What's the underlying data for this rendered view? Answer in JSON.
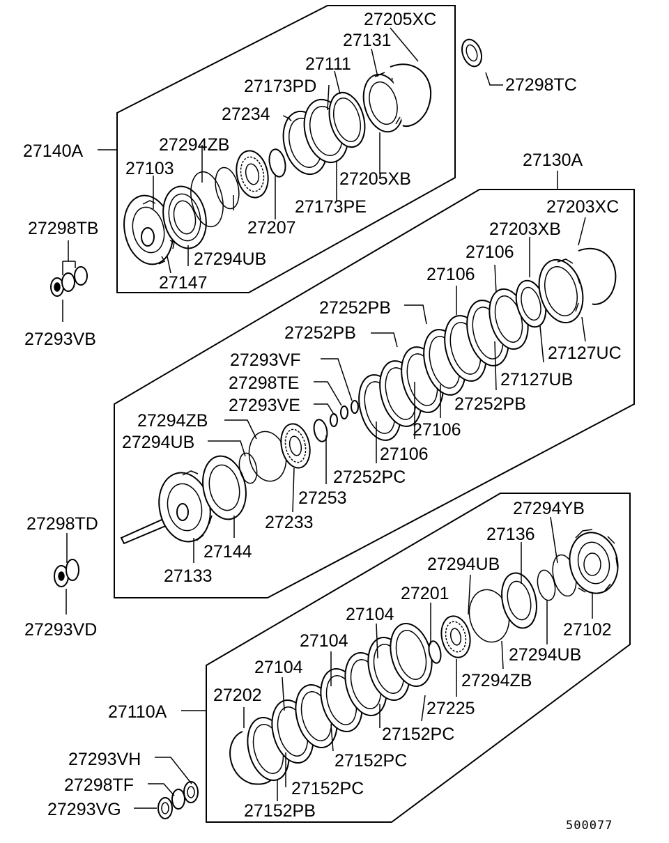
{
  "diagram_code": "500077",
  "groups": {
    "g27140A": "27140A",
    "g27130A": "27130A",
    "g27110A": "27110A"
  },
  "labels": {
    "l27205XC_1": "27205XC",
    "l27131": "27131",
    "l27298TC": "27298TC",
    "l27111": "27111",
    "l27173PD": "27173PD",
    "l27234": "27234",
    "l27294ZB_1": "27294ZB",
    "l27103": "27103",
    "l27205XB": "27205XB",
    "l27173PE": "27173PE",
    "l27207": "27207",
    "l27294UB_1": "27294UB",
    "l27147": "27147",
    "l27298TB": "27298TB",
    "l27293VB": "27293VB",
    "l27203XC": "27203XC",
    "l27203XB": "27203XB",
    "l27106_1": "27106",
    "l27106_2": "27106",
    "l27252PB_1": "27252PB",
    "l27252PB_2": "27252PB",
    "l27127UC": "27127UC",
    "l27293VF": "27293VF",
    "l27127UB": "27127UB",
    "l27298TE": "27298TE",
    "l27252PB_3": "27252PB",
    "l27293VE": "27293VE",
    "l27294ZB_2": "27294ZB",
    "l27106_3": "27106",
    "l27294UB_2": "27294UB",
    "l27106_4": "27106",
    "l27252PC": "27252PC",
    "l27253": "27253",
    "l27233": "27233",
    "l27298TD": "27298TD",
    "l27144": "27144",
    "l27133": "27133",
    "l27293VD": "27293VD",
    "l27294YB": "27294YB",
    "l27136": "27136",
    "l27294UB_3": "27294UB",
    "l27201": "27201",
    "l27102": "27102",
    "l27104_1": "27104",
    "l27294UB_4": "27294UB",
    "l27104_2": "27104",
    "l27294ZB_3": "27294ZB",
    "l27104_3": "27104",
    "l27225": "27225",
    "l27202": "27202",
    "l27152PC_1": "27152PC",
    "l27152PC_2": "27152PC",
    "l27293VH": "27293VH",
    "l27152PC_3": "27152PC",
    "l27298TF": "27298TF",
    "l27152PB": "27152PB",
    "l27293VG": "27293VG"
  }
}
